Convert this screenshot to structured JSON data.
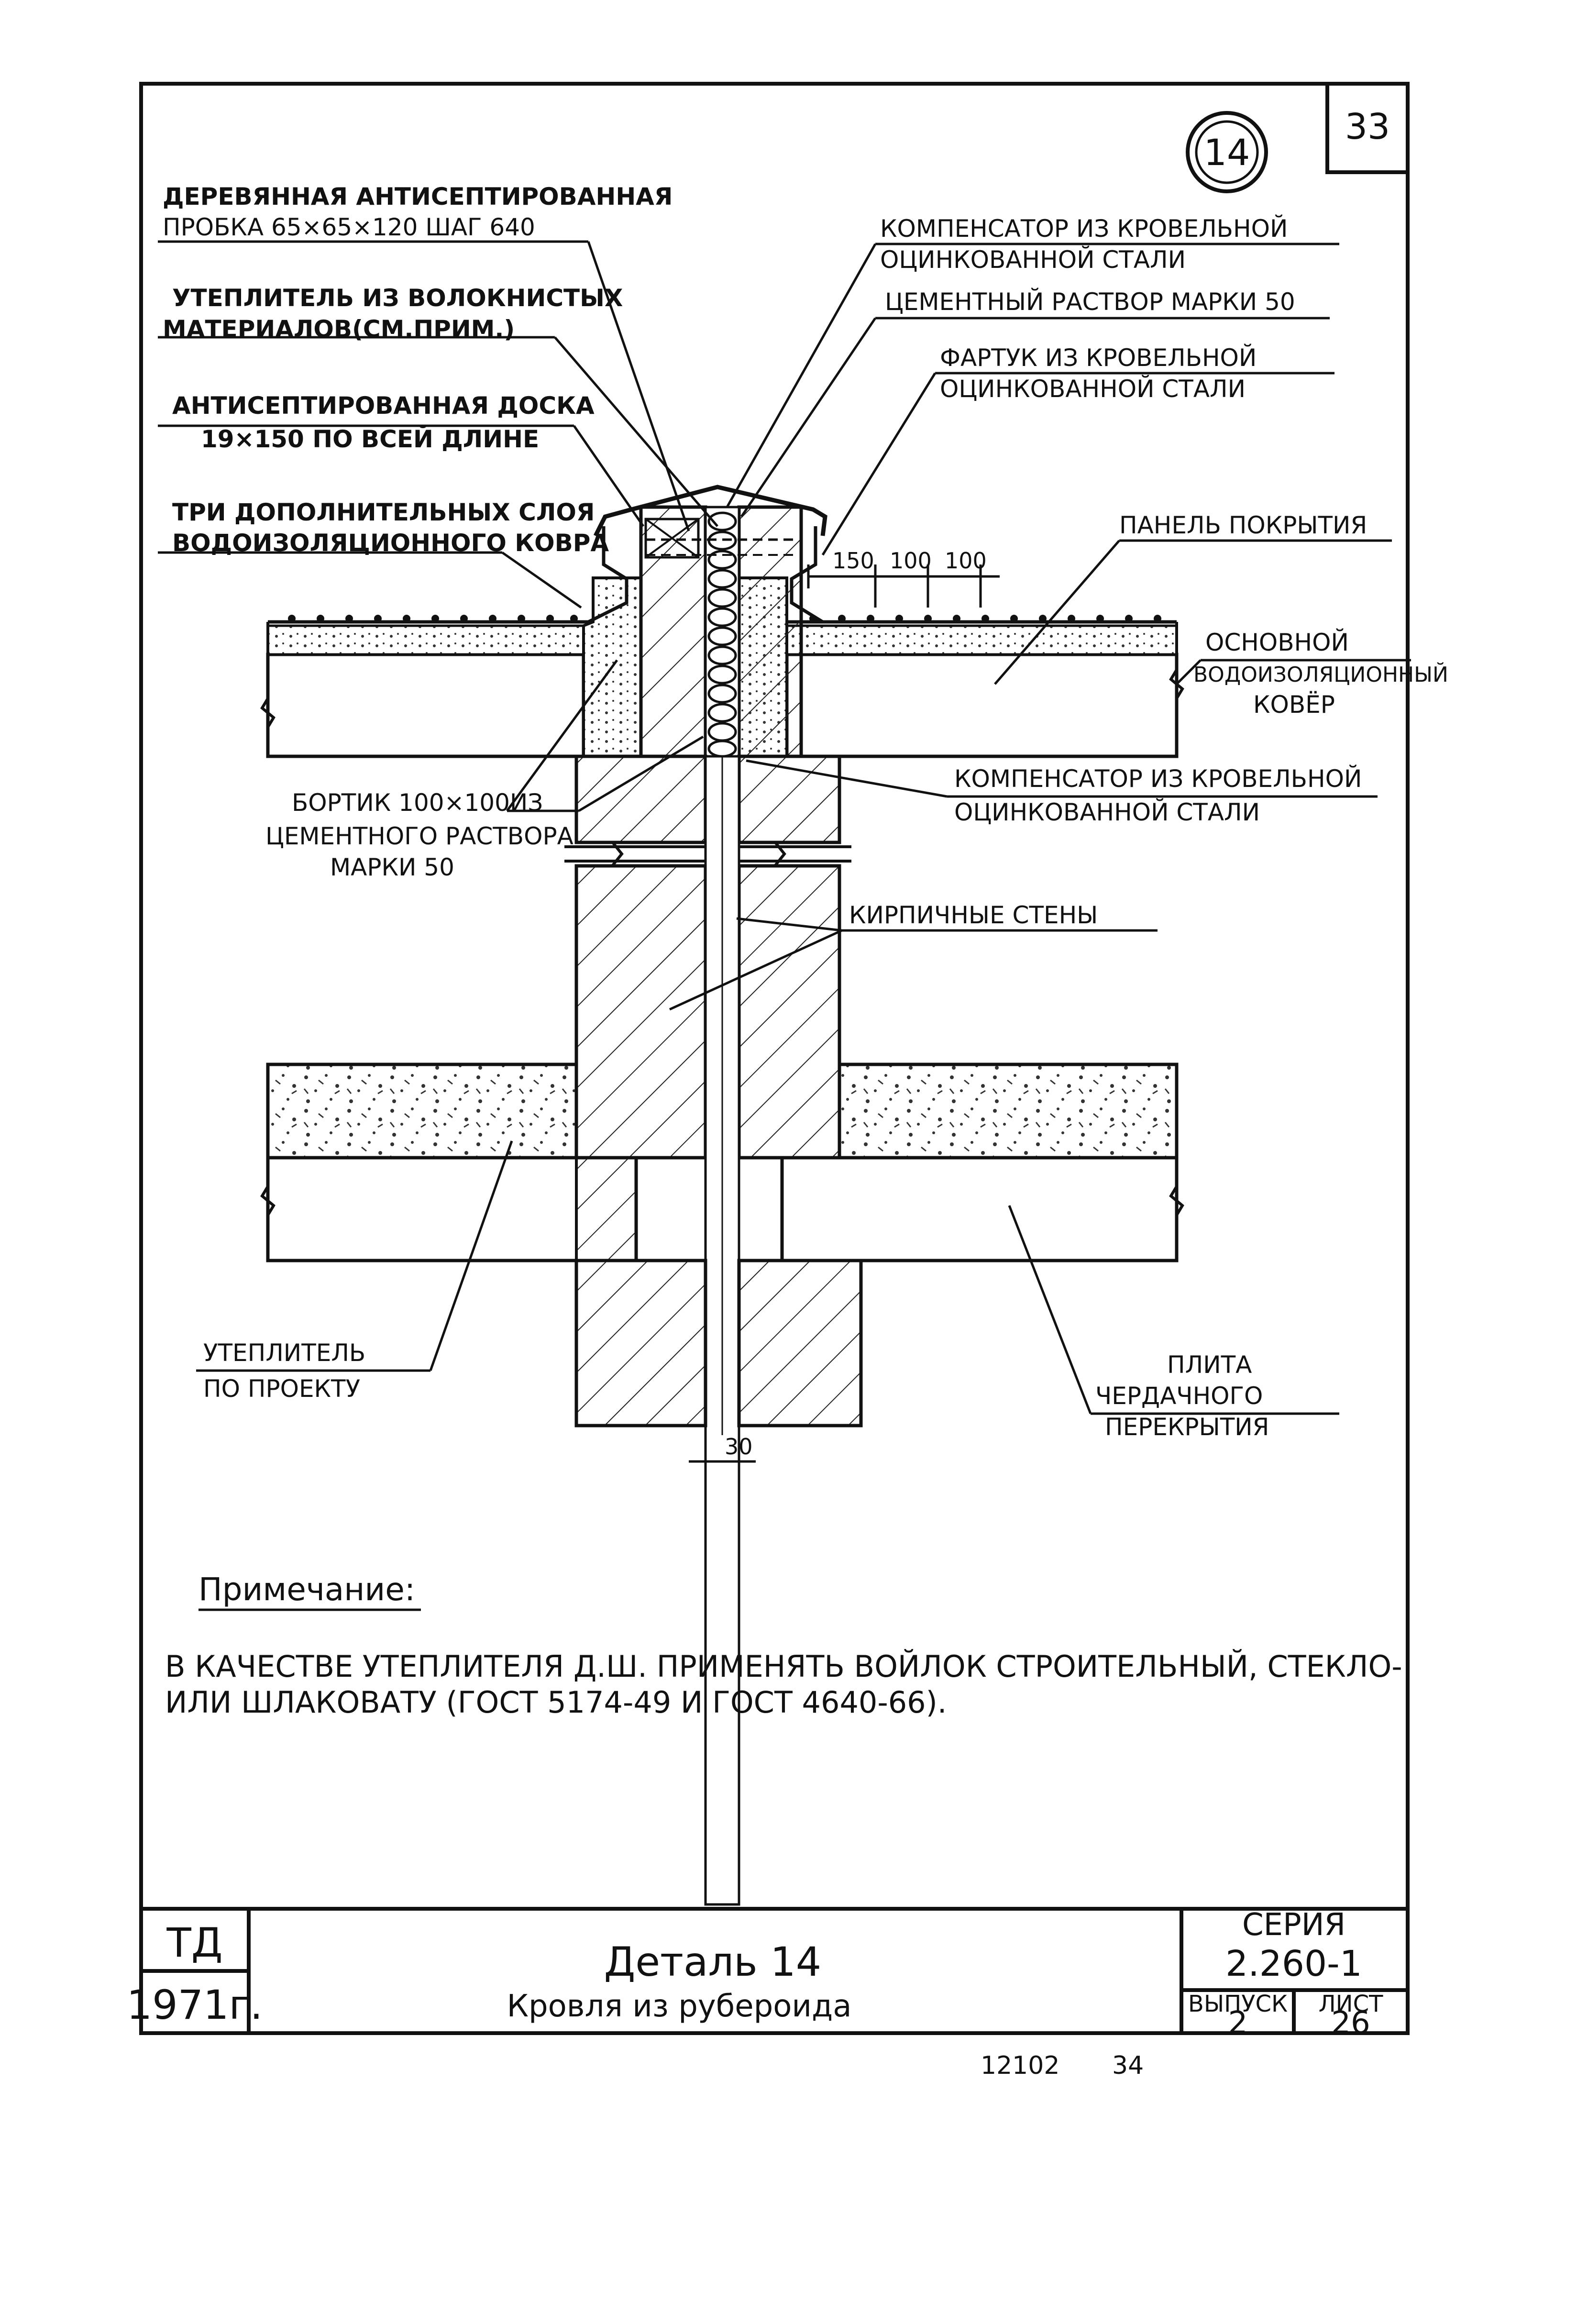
{
  "sheet": {
    "corner_number": "33",
    "detail_marker": "14"
  },
  "labels": {
    "wood_plug_line1": "ДЕРЕВЯННАЯ АНТИСЕПТИРОВАННАЯ",
    "wood_plug_line2": "ПРОБКА 65×65×120 ШАГ 640",
    "insulation_line1": "УТЕПЛИТЕЛЬ ИЗ ВОЛОКНИСТЫХ",
    "insulation_line2": "МАТЕРИАЛОВ(СМ.ПРИМ.)",
    "board_line1": "АНТИСЕПТИРОВАННАЯ ДОСКА",
    "board_line2": "19×150 ПО ВСЕЙ ДЛИНЕ",
    "layers_line1": "ТРИ ДОПОЛНИТЕЛЬНЫХ СЛОЯ",
    "layers_line2": "ВОДОИЗОЛЯЦИОННОГО КОВРА",
    "comp_top_line1": "КОМПЕНСАТОР ИЗ КРОВЕЛЬНОЙ",
    "comp_top_line2": "ОЦИНКОВАННОЙ СТАЛИ",
    "mortar": "ЦЕМЕНТНЫЙ РАСТВОР МАРКИ 50",
    "apron_line1": "ФАРТУК ИЗ КРОВЕЛЬНОЙ",
    "apron_line2": "ОЦИНКОВАННОЙ СТАЛИ",
    "panel": "ПАНЕЛЬ ПОКРЫТИЯ",
    "base_carpet_line1": "ОСНОВНОЙ",
    "base_carpet_line2": "ВОДОИЗОЛЯЦИОННЫЙ",
    "base_carpet_line3": "КОВЁР",
    "curb_line1": "БОРТИК 100×100ИЗ",
    "curb_line2": "ЦЕМЕНТНОГО РАСТВОРА",
    "curb_line3": "МАРКИ 50",
    "comp_bottom_line1": "КОМПЕНСАТОР ИЗ КРОВЕЛЬНОЙ",
    "comp_bottom_line2": "ОЦИНКОВАННОЙ СТАЛИ",
    "brick_walls": "КИРПИЧНЫЕ СТЕНЫ",
    "insul_project_line1": "УТЕПЛИТЕЛЬ",
    "insul_project_line2": "ПО ПРОЕКТУ",
    "attic_slab_line1": "ПЛИТА",
    "attic_slab_line2": "ЧЕРДАЧНОГО",
    "attic_slab_line3": "ПЕРЕКРЫТИЯ"
  },
  "dimensions": {
    "d150": "150",
    "d100a": "100",
    "d100b": "100",
    "gap": "30"
  },
  "note": {
    "heading": "Примечание:",
    "line1": "В КАЧЕСТВЕ УТЕПЛИТЕЛЯ Д.Ш. ПРИМЕНЯТЬ ВОЙЛОК СТРОИТЕЛЬНЫЙ, СТЕКЛО-",
    "line2": "ИЛИ ШЛАКОВАТУ (ГОСТ 5174-49 И ГОСТ 4640-66)."
  },
  "title_block": {
    "org": "ТД",
    "year": "1971г.",
    "title": "Деталь 14",
    "subtitle": "Кровля из рубероида",
    "series_label": "СЕРИЯ",
    "series_value": "2.260-1",
    "issue_label": "ВЫПУСК",
    "issue_value": "2",
    "sheet_label": "ЛИСТ",
    "sheet_value": "26"
  },
  "footer": {
    "code": "12102",
    "page": "34"
  }
}
